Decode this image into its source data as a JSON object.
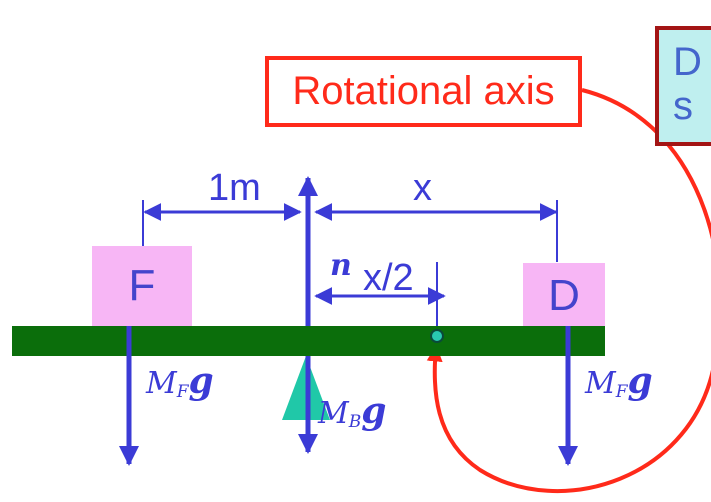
{
  "title_box": {
    "line1": "D",
    "line2": "s"
  },
  "axis_callout": {
    "label": "Rotational axis"
  },
  "masses": [
    {
      "label": "F"
    },
    {
      "label": "D"
    }
  ],
  "dimensions": {
    "left": "1m",
    "right": "x",
    "half": "x/2"
  },
  "normal_force": {
    "symbol": "n"
  },
  "forces": [
    {
      "symbol": "M",
      "subscript": "F",
      "suffix": "g"
    },
    {
      "symbol": "M",
      "subscript": "B",
      "suffix": "g"
    },
    {
      "symbol": "M",
      "subscript": "F",
      "suffix": "g"
    }
  ],
  "colors": {
    "beam": "#0b6e0b",
    "arrow": "#3b3bd6",
    "callout": "#ff2a1a",
    "mass_box": "#f7b6f5",
    "fulcrum": "#20c8a8",
    "pivot_dot": "#29c9b0"
  }
}
